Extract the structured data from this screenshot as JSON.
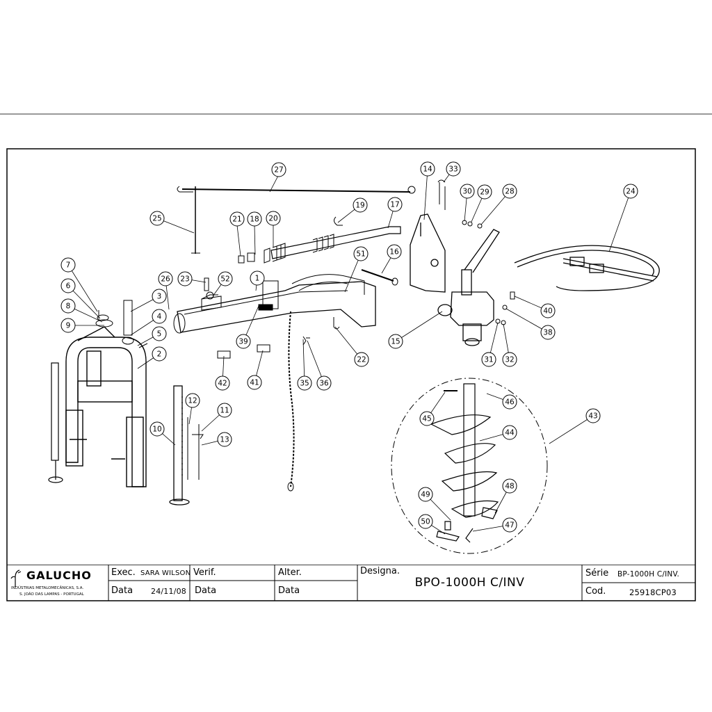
{
  "drawing": {
    "callouts": [
      "1",
      "2",
      "3",
      "4",
      "5",
      "6",
      "7",
      "8",
      "9",
      "10",
      "11",
      "12",
      "13",
      "14",
      "15",
      "16",
      "17",
      "18",
      "19",
      "20",
      "21",
      "22",
      "23",
      "24",
      "25",
      "26",
      "27",
      "28",
      "29",
      "30",
      "31",
      "32",
      "33",
      "35",
      "36",
      "38",
      "39",
      "40",
      "41",
      "42",
      "43",
      "44",
      "45",
      "46",
      "47",
      "48",
      "49",
      "50",
      "51",
      "52"
    ]
  },
  "title_block": {
    "company": "GALUCHO",
    "company_line1": "INDÚSTRIAS METALOMECÂNICAS, S.A.",
    "company_line2": "S. JOÃO DAS LAMPAS - PORTUGAL",
    "exec_label": "Exec.",
    "exec_value": "SARA WILSON",
    "data_label": "Data",
    "data_value": "24/11/08",
    "verif_label": "Verif.",
    "verif_data_label": "Data",
    "alter_label": "Alter.",
    "alter_data_label": "Data",
    "designa_label": "Designa.",
    "designa_value": "BPO-1000H C/INV",
    "serie_label": "Série",
    "serie_value": "BP-1000H C/INV.",
    "cod_label": "Cod.",
    "cod_value": "25918CP03"
  }
}
